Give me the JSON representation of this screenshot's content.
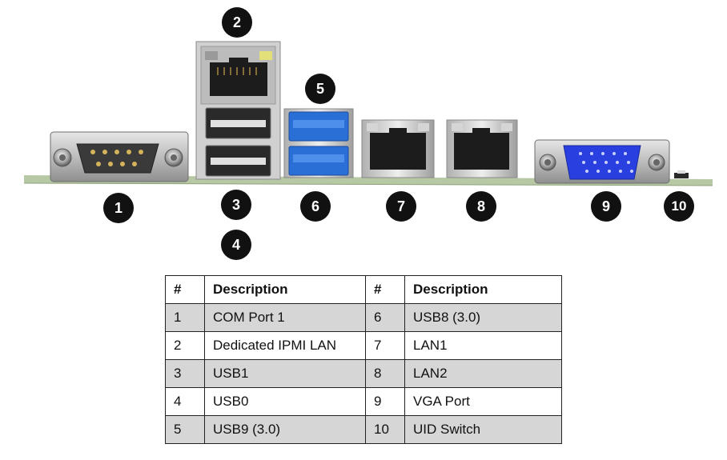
{
  "markers": [
    "1",
    "2",
    "3",
    "4",
    "5",
    "6",
    "7",
    "8",
    "9",
    "10"
  ],
  "table": {
    "headers": [
      "#",
      "Description",
      "#",
      "Description"
    ],
    "rows": [
      [
        "1",
        "COM Port 1",
        "6",
        "USB8 (3.0)"
      ],
      [
        "2",
        "Dedicated IPMI LAN",
        "7",
        "LAN1"
      ],
      [
        "3",
        "USB1",
        "8",
        "LAN2"
      ],
      [
        "4",
        "USB0",
        "9",
        "VGA Port"
      ],
      [
        "5",
        "USB9 (3.0)",
        "10",
        "UID Switch"
      ]
    ]
  },
  "colors": {
    "marker_bg": "#111111",
    "row_shade": "#d6d6d6",
    "usb3_blue": "#2a6fd6",
    "vga_blue": "#2a3fe0",
    "board_green": "#b7c9a4"
  }
}
